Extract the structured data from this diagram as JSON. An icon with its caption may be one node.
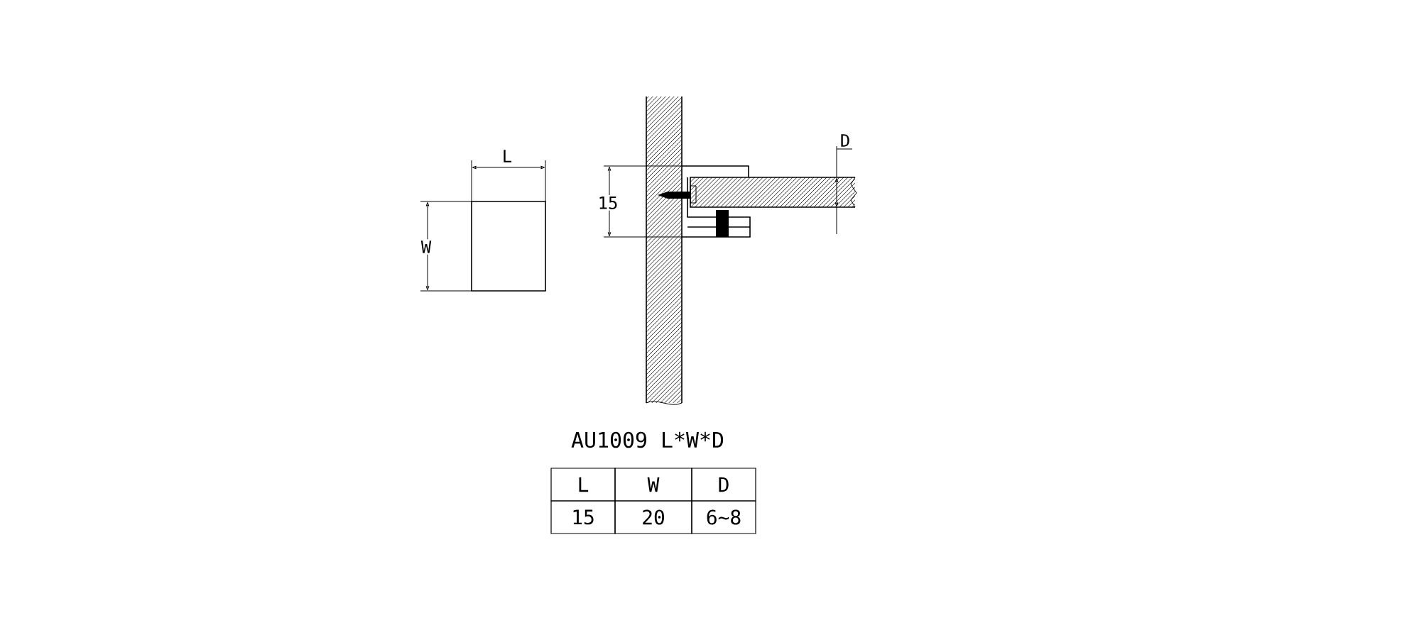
{
  "diagram": {
    "title": "AU1009 L*W*D",
    "labels": [
      "D",
      "L",
      "15",
      "W",
      "L",
      "W",
      "D",
      "15",
      "20",
      "6~8"
    ]
  }
}
